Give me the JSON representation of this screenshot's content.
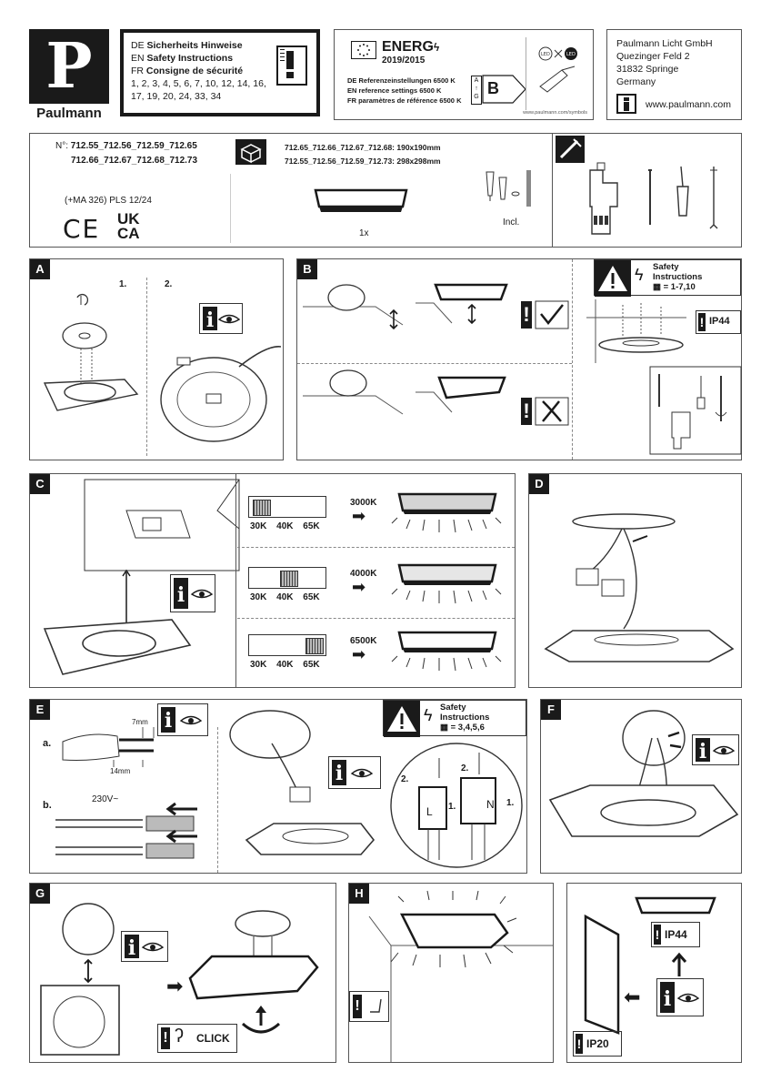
{
  "brand": {
    "name": "Paulmann",
    "logo_letter": "P"
  },
  "safety": {
    "de_prefix": "DE",
    "de_text": "Sicherheits Hinweise",
    "en_prefix": "EN",
    "en_text": "Safety Instructions",
    "fr_prefix": "FR",
    "fr_text": "Consigne de sécurité",
    "numbers_line1": "1, 2, 3, 4, 5, 6, 7, 10, 12, 14, 16,",
    "numbers_line2": "17, 19, 20, 24, 33, 34"
  },
  "energy": {
    "label": "ENERG",
    "regulation": "2019/2015",
    "de_ref": "DE Referenzeinstellungen 6500 K",
    "en_ref": "EN reference settings 6500 K",
    "fr_ref": "FR paramètres de référence 6500 K",
    "scale_top": "A",
    "scale_bottom": "G",
    "class": "B",
    "symbols_url": "www.paulmann.com/symbols"
  },
  "company": {
    "name": "Paulmann Licht GmbH",
    "street": "Quezinger Feld 2",
    "city": "31832 Springe",
    "country": "Germany",
    "web": "www.paulmann.com"
  },
  "product": {
    "nr_label": "N°:",
    "nr_line1": "712.55_712.56_712.59_712.65",
    "nr_line2": "712.66_712.67_712.68_712.73",
    "ma_line": "(+MA 326) PLS  12/24",
    "ce": "CE",
    "ukca_top": "UK",
    "ukca_bottom": "CA",
    "size_line1": "712.65_712.66_712.67_712.68: 190x190mm",
    "size_line2": "712.55_712.56_712.59_712.73: 298x298mm",
    "quantity": "1x",
    "incl": "Incl."
  },
  "sections": {
    "a": {
      "letter": "A",
      "step1": "1.",
      "step2": "2."
    },
    "b": {
      "letter": "B",
      "safety_title": "Safety",
      "safety_title2": "Instructions",
      "safety_refs": "= 1-7,10",
      "ip": "IP44"
    },
    "c": {
      "letter": "C",
      "rows": [
        {
          "kelvin": "3000K",
          "fill": "#d4d4d4"
        },
        {
          "kelvin": "4000K",
          "fill": "#e6e6e6"
        },
        {
          "kelvin": "6500K",
          "fill": "#ffffff"
        }
      ],
      "switch_labels": [
        "30K",
        "40K",
        "65K"
      ]
    },
    "d": {
      "letter": "D"
    },
    "e": {
      "letter": "E",
      "sub_a": "a.",
      "sub_b": "b.",
      "strip_7": "7mm",
      "strip_14": "14mm",
      "voltage": "230V~",
      "safety_title": "Safety",
      "safety_title2": "Instructions",
      "safety_refs": "= 3,4,5,6",
      "step1": "1.",
      "step2": "2.",
      "term_l": "L",
      "term_n": "N"
    },
    "f": {
      "letter": "F"
    },
    "g": {
      "letter": "G",
      "click": "CLICK"
    },
    "h": {
      "letter": "H"
    },
    "ip": {
      "ip44": "IP44",
      "ip20": "IP20"
    }
  }
}
